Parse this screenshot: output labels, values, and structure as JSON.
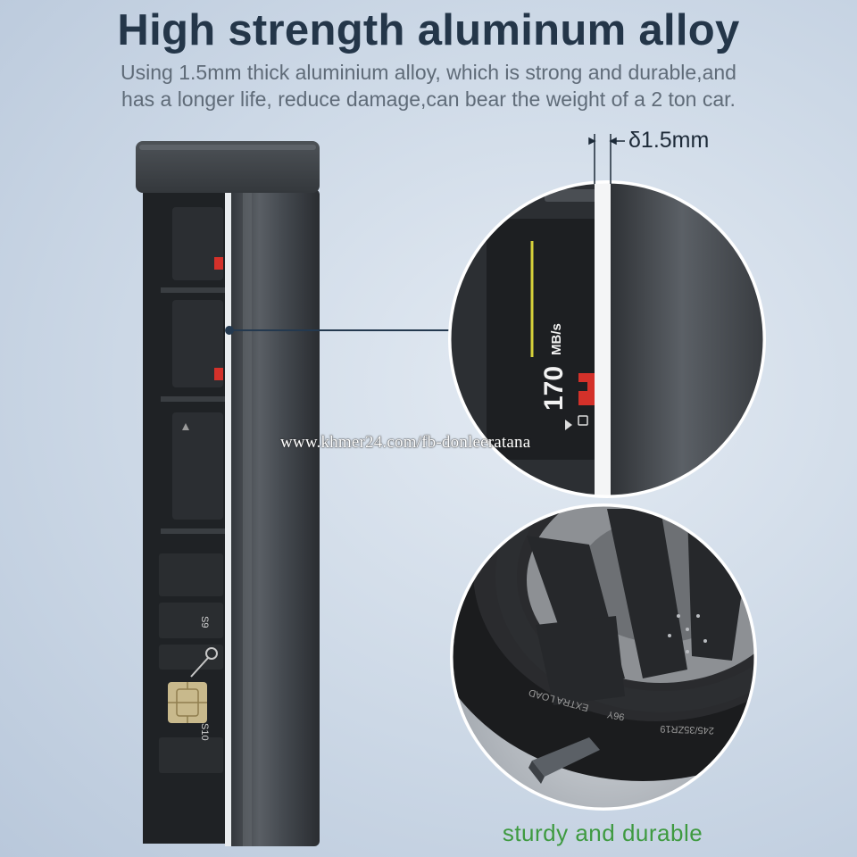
{
  "headline": "High strength aluminum alloy",
  "subtext_line1": "Using 1.5mm thick aluminium alloy, which is strong and durable,and",
  "subtext_line2": "has a longer life, reduce damage,can bear the weight of a 2 ton car.",
  "thickness_label": "δ1.5mm",
  "card_speed": "170",
  "card_speed_unit": "MB/s",
  "slot_label_s9": "S9",
  "slot_label_s10": "S10",
  "tire_marking_1": "96Y",
  "tire_marking_2": "EXTRA LOAD",
  "tire_marking_3": "245/35ZR19",
  "watermark": "www.khmer24.com/fb-donleeratana",
  "caption": "sturdy and durable",
  "colors": {
    "headline": "#243649",
    "caption": "#3e9a40",
    "case_metal": "#3f4348",
    "accent_red": "#d4312a"
  }
}
